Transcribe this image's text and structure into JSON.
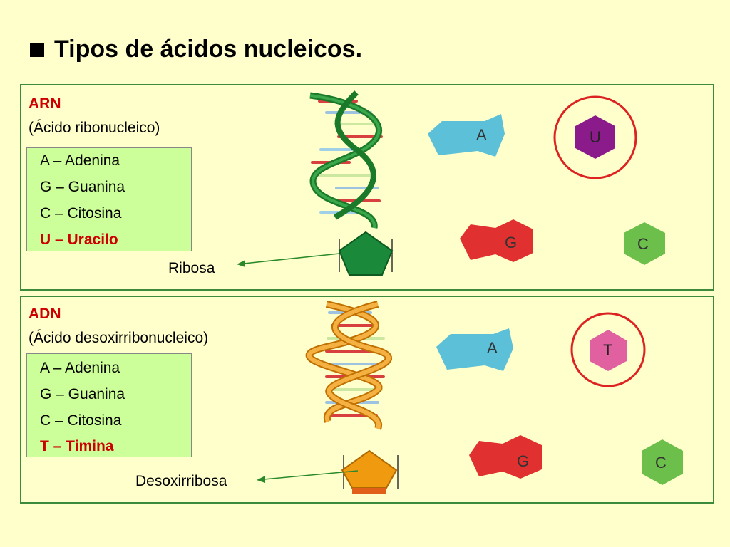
{
  "title": "Tipos de ácidos nucleicos.",
  "rna": {
    "name": "ARN",
    "full_name": "(Ácido ribonucleico)",
    "bases": [
      "A – Adenina",
      "G – Guanina",
      "C – Citosina"
    ],
    "highlighted_base": "U – Uracilo",
    "sugar_label": "Ribosa",
    "shape_letters": {
      "a": "A",
      "u": "U",
      "g": "G",
      "c": "C"
    }
  },
  "dna": {
    "name": "ADN",
    "full_name": "(Ácido desoxirribonucleico)",
    "bases": [
      "A – Adenina",
      "G – Guanina",
      "C – Citosina"
    ],
    "highlighted_base": "T – Timina",
    "sugar_label": "Desoxirribosa",
    "shape_letters": {
      "a": "A",
      "t": "T",
      "g": "G",
      "c": "C"
    }
  },
  "colors": {
    "adenine": "#5bc0d8",
    "uracil": "#8b1a8b",
    "thymine": "#e060a0",
    "guanine": "#e03030",
    "cytosine": "#6cbf4a",
    "ribose": "#1a8a3a",
    "deoxyribose": "#f09a10",
    "highlight_circle": "#dd2222"
  }
}
